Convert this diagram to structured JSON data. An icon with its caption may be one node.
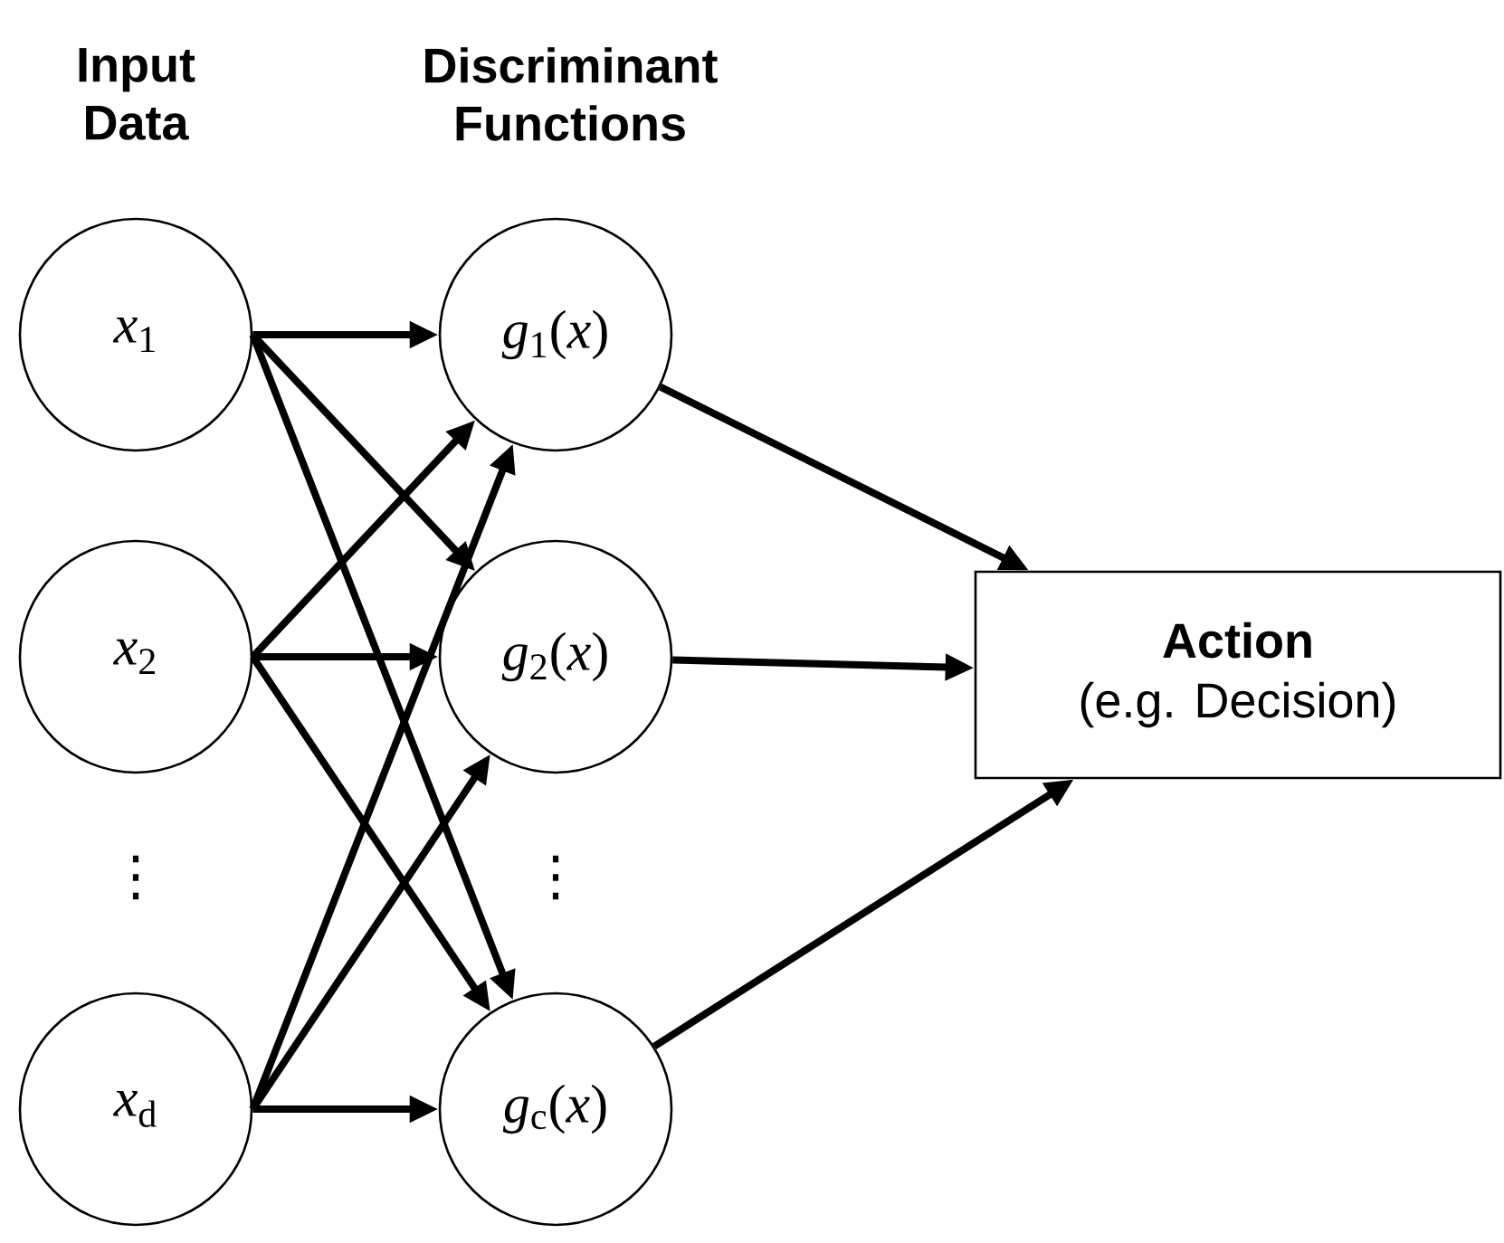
{
  "diagram": {
    "nodes": [
      {
        "text": [
          "*x*$_{1}$"
        ]
      },
      {
        "text": [
          "*x*$_{2}$"
        ]
      },
      {
        "text": [
          "*x*$_{d}$"
        ]
      },
      {
        "text": [
          "*g*$_{1}$(*x*)"
        ]
      },
      {
        "text": [
          "*g*$_{2}$(*x*)"
        ]
      },
      {
        "text": [
          "*g*$_{c}$(*x*)"
        ]
      },
      {
        "text": [
          "Action",
          "(e.g. Decision)"
        ]
      }
    ],
    "edges": [
      {
        "from": 0,
        "to": 3,
        "arrow": "to"
      },
      {
        "from": 0,
        "to": 4,
        "arrow": "to"
      },
      {
        "from": 0,
        "to": 5,
        "arrow": "to"
      },
      {
        "from": 1,
        "to": 3,
        "arrow": "to"
      },
      {
        "from": 1,
        "to": 4,
        "arrow": "to"
      },
      {
        "from": 1,
        "to": 5,
        "arrow": "to"
      },
      {
        "from": 2,
        "to": 3,
        "arrow": "to"
      },
      {
        "from": 2,
        "to": 4,
        "arrow": "to"
      },
      {
        "from": 2,
        "to": 5,
        "arrow": "to"
      },
      {
        "from": 3,
        "to": 6,
        "arrow": "to"
      },
      {
        "from": 4,
        "to": 6,
        "arrow": "to"
      },
      {
        "from": 5,
        "to": 6,
        "arrow": "to"
      }
    ],
    "labels": [
      "Input Data",
      "Discriminant Functions",
      "⋮",
      "⋮"
    ]
  }
}
